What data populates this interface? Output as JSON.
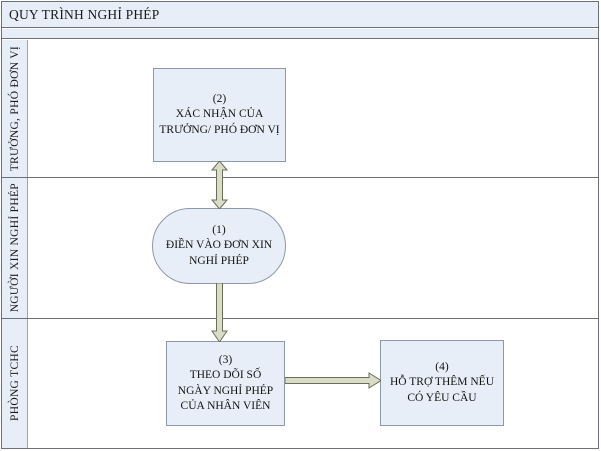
{
  "diagram": {
    "title": "QUY TRÌNH NGHỈ PHÉP",
    "lanes": [
      {
        "id": "lane-truong-pho-don-vi",
        "label": "TRƯỞNG, PHÓ ĐƠN VỊ"
      },
      {
        "id": "lane-nguoi-xin-nghi-phep",
        "label": "NGƯỜI XIN NGHỈ PHÉP"
      },
      {
        "id": "lane-phong-tchc",
        "label": "PHÒNG TCHC"
      }
    ],
    "nodes": [
      {
        "id": "node-2",
        "number": "(2)",
        "label": "XÁC NHẬN CỦA\nTRƯỞNG/ PHÓ ĐƠN VỊ",
        "shape": "rectangle",
        "lane": "TRƯỞNG, PHÓ ĐƠN VỊ"
      },
      {
        "id": "node-1",
        "number": "(1)",
        "label": "ĐIỀN VÀO ĐƠN XIN\nNGHỈ PHÉP",
        "shape": "stadium",
        "lane": "NGƯỜI XIN NGHỈ PHÉP"
      },
      {
        "id": "node-3",
        "number": "(3)",
        "label": "THEO DÕI SỐ\nNGÀY NGHỈ PHÉP\nCỦA NHÂN VIÊN",
        "shape": "rectangle",
        "lane": "PHÒNG TCHC"
      },
      {
        "id": "node-4",
        "number": "(4)",
        "label": "HỖ TRỢ THÊM NẾU\nCÓ YÊU CẦU",
        "shape": "rectangle",
        "lane": "PHÒNG TCHC"
      }
    ],
    "connectors": [
      {
        "id": "connector-1-2",
        "from": "(1)",
        "to": "(2)",
        "direction": "bidirectional",
        "orientation": "vertical"
      },
      {
        "id": "connector-1-3",
        "from": "(1)",
        "to": "(3)",
        "direction": "down",
        "orientation": "vertical"
      },
      {
        "id": "connector-3-4",
        "from": "(3)",
        "to": "(4)",
        "direction": "right",
        "orientation": "horizontal"
      }
    ],
    "colors": {
      "node_fill": "#e8eef7",
      "node_border": "#8e99a8",
      "band_fill": "#e8eef7",
      "frame_border": "#6f6f7a",
      "arrow_fill": "#d9dcc6",
      "arrow_border": "#6b6f5a",
      "text": "#121212"
    }
  }
}
